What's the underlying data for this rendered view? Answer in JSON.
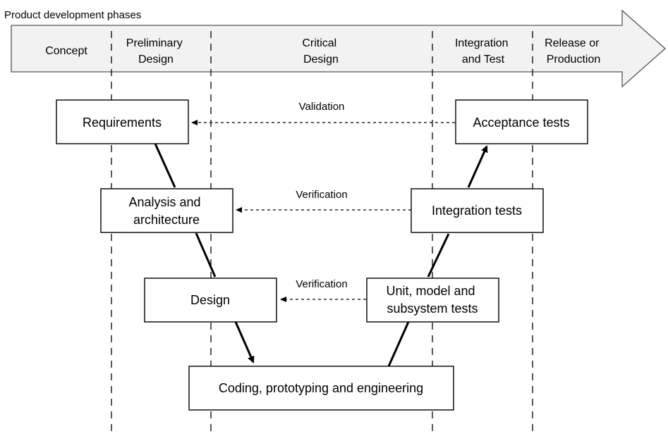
{
  "header": {
    "title": "Product development phases"
  },
  "phases": [
    {
      "lines": [
        "Concept"
      ]
    },
    {
      "lines": [
        "Preliminary",
        "Design"
      ]
    },
    {
      "lines": [
        "Critical",
        "Design"
      ]
    },
    {
      "lines": [
        "Integration",
        "and Test"
      ]
    },
    {
      "lines": [
        "Release or",
        "Production"
      ]
    }
  ],
  "boxes": {
    "requirements": {
      "lines": [
        "Requirements"
      ]
    },
    "analysis": {
      "lines": [
        "Analysis and",
        "architecture"
      ]
    },
    "design": {
      "lines": [
        "Design"
      ]
    },
    "coding": {
      "lines": [
        "Coding, prototyping and engineering"
      ]
    },
    "unit_tests": {
      "lines": [
        "Unit, model and",
        "subsystem tests"
      ]
    },
    "integration_tests": {
      "lines": [
        "Integration tests"
      ]
    },
    "acceptance_tests": {
      "lines": [
        "Acceptance tests"
      ]
    }
  },
  "checks": {
    "validation": "Validation",
    "verification_upper": "Verification",
    "verification_lower": "Verification"
  }
}
